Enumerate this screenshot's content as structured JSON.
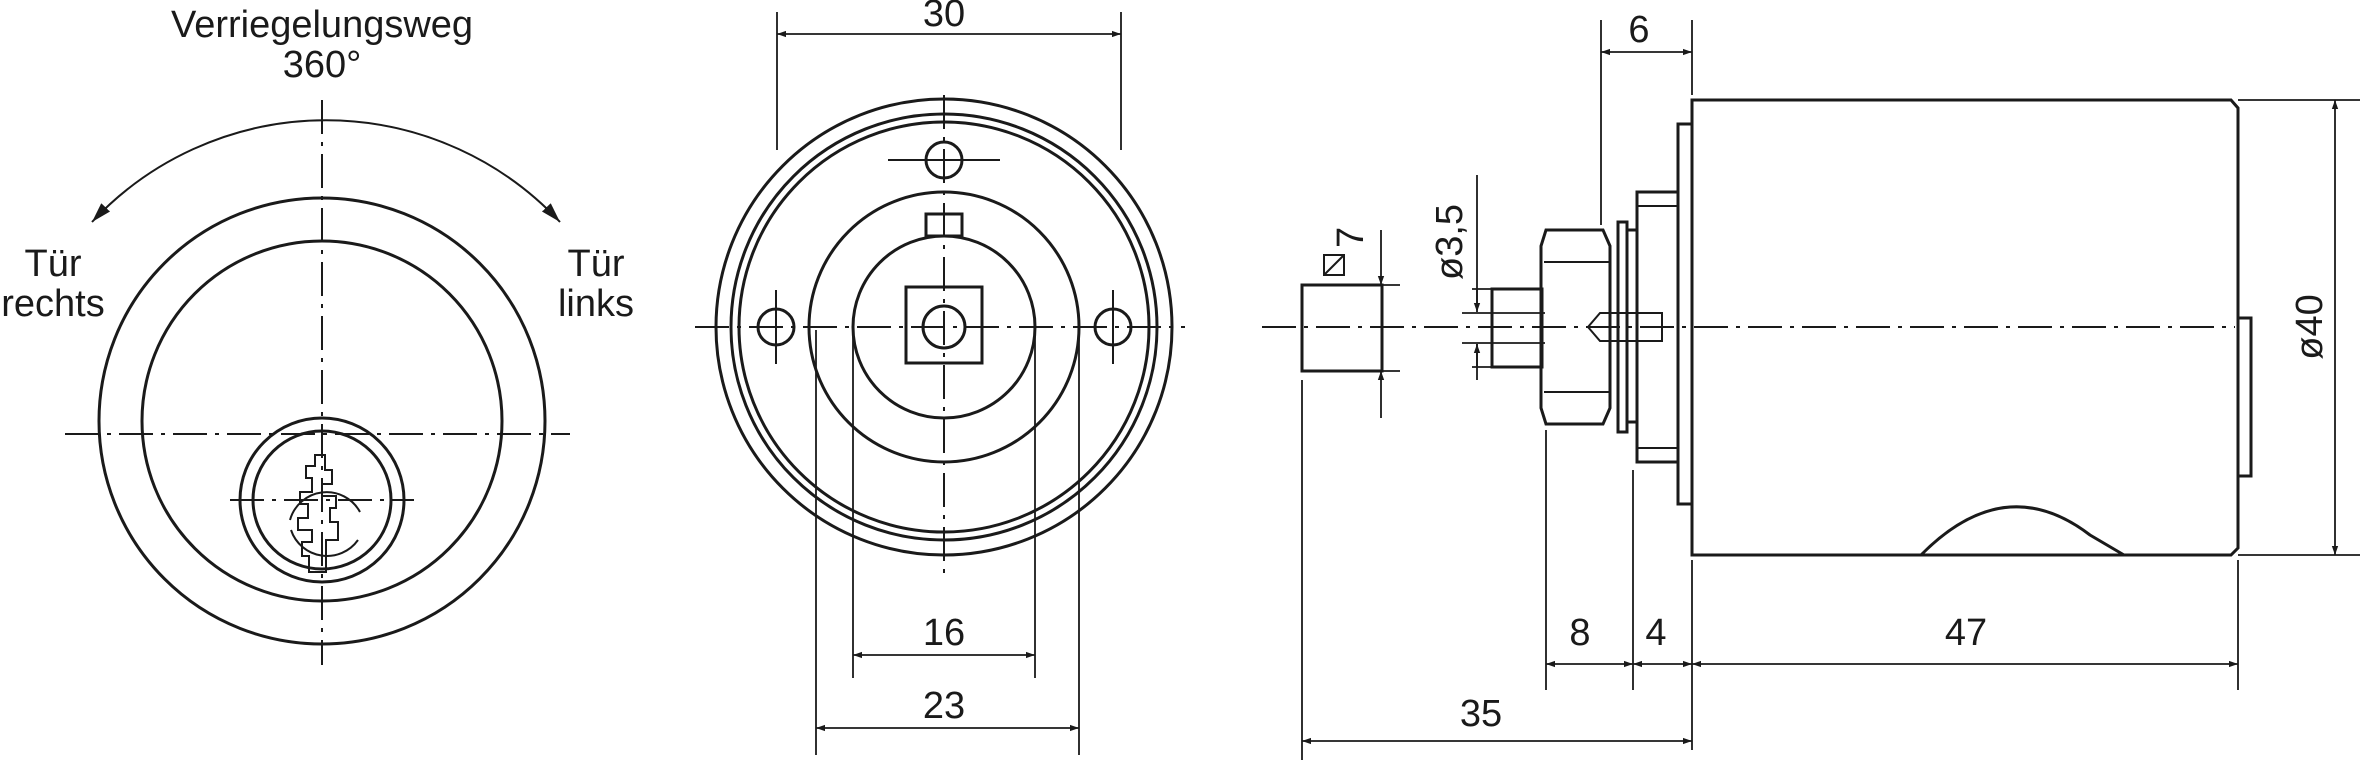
{
  "front_view": {
    "rotation_title": "Verriegelungsweg",
    "rotation_angle": "360°",
    "right_word_1": "Tür",
    "right_word_2": "rechts",
    "left_word_1": "Tür",
    "left_word_2": "links"
  },
  "back_view": {
    "dim_top": "30",
    "dim_inner": "16",
    "dim_outer": "23"
  },
  "side_view": {
    "dim_6": "6",
    "dim_square": "7",
    "dim_pin": "ø3,5",
    "dim_dia": "ø40",
    "dim_8": "8",
    "dim_4": "4",
    "dim_47": "47",
    "dim_35": "35"
  },
  "square_symbol": "square-diagonal-icon"
}
